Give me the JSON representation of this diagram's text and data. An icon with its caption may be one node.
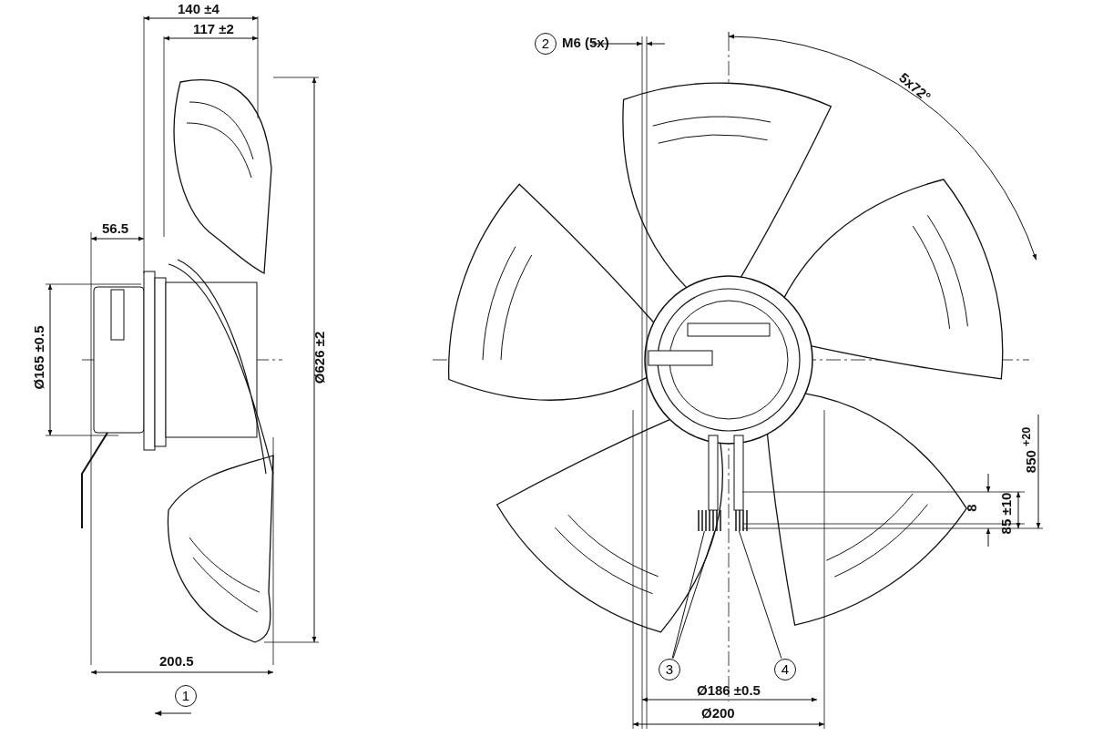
{
  "diagram": {
    "nodes": [
      {
        "text": [
          "3"
        ]
      },
      {
        "text": [],
        "shape": "bar"
      },
      {
        "text": [
          "4"
        ]
      },
      {
        "text": [],
        "shape": "bar"
      },
      {
        "text": [
          "1"
        ]
      },
      {
        "text": [
          "2"
        ]
      }
    ],
    "edges": [
      {
        "from": 0,
        "to": 1,
        "arrow": "none"
      },
      {
        "from": 0,
        "to": 1,
        "arrow": "none"
      },
      {
        "from": 2,
        "to": 3,
        "arrow": "none"
      }
    ],
    "labels": [
      "140 ±4",
      "117 ±2",
      "56.5",
      "Ø165 ±0.5",
      "Ø626 ±2",
      "200.5",
      "M6 (5x)",
      "5x72°",
      "850 $^{+20}$",
      "8",
      "85 ±10",
      "Ø186 ±0.5",
      "Ø200"
    ]
  }
}
